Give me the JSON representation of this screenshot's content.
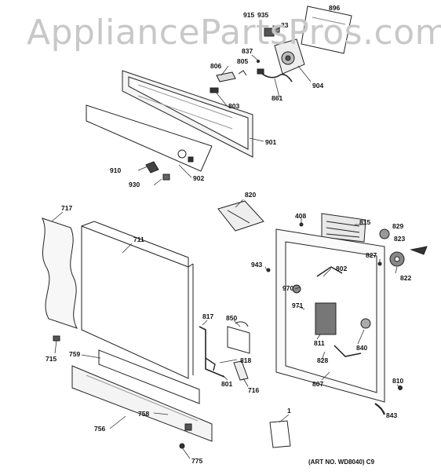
{
  "watermark": "AppliancePartsPros.com",
  "art_note": "(ART NO. WD8040) C9",
  "callouts": {
    "c915": "915",
    "c935": "935",
    "c896": "896",
    "c33": "33",
    "c837": "837",
    "c805": "805",
    "c806": "806",
    "c803": "803",
    "c861": "861",
    "c904": "904",
    "c901": "901",
    "c910": "910",
    "c902": "902",
    "c930": "930",
    "c820": "820",
    "c408": "408",
    "c815": "815",
    "c829": "829",
    "c823": "823",
    "c717": "717",
    "c711": "711",
    "c943": "943",
    "c827": "827",
    "c802": "802",
    "c822": "822",
    "c970": "970",
    "c971": "971",
    "c817": "817",
    "c850": "850",
    "c811": "811",
    "c840": "840",
    "c715": "715",
    "c759": "759",
    "c818": "818",
    "c828": "828",
    "c801": "801",
    "c716": "716",
    "c807": "807",
    "c810": "810",
    "c758": "758",
    "c756": "756",
    "c843": "843",
    "c1": "1",
    "c775": "775"
  }
}
